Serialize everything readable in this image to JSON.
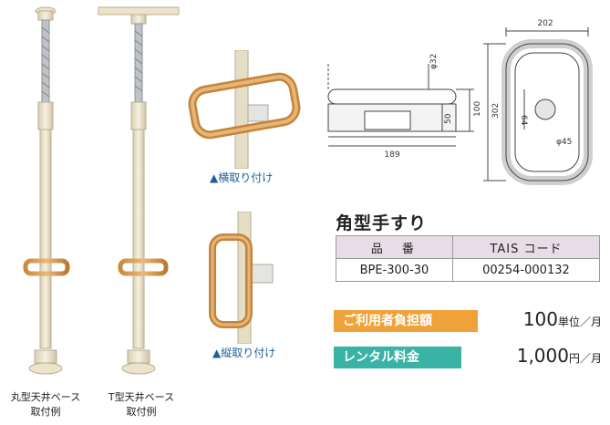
{
  "captions": {
    "round_base_l1": "丸型天井ベース",
    "round_base_l2": "取付例",
    "t_base_l1": "T型天井ベース",
    "t_base_l2": "取付例",
    "horizontal_mount": "▲横取り付け",
    "vertical_mount": "▲縦取り付け"
  },
  "dimensions": {
    "total_width": "202",
    "pipe_diameter": "φ32",
    "height_100": "100",
    "height_50": "50",
    "depth_189": "189",
    "height_302": "302",
    "inner_64": "64",
    "clamp_diameter": "φ45"
  },
  "product": {
    "title": "角型手すり",
    "table": {
      "header_part_number": "品　番",
      "header_tais_code": "TAIS コード",
      "part_number": "BPE-300-30",
      "tais_code": "00254-000132"
    },
    "copay_label": "ご利用者負担額",
    "copay_value": "100",
    "copay_unit": "単位／月",
    "rental_label": "レンタル料金",
    "rental_value": "1,000",
    "rental_unit": "円／月"
  },
  "colors": {
    "wood": "#d9a15a",
    "pole": "#efe6cf",
    "copay_badge": "#f0a23a",
    "rental_badge": "#39b3a6",
    "table_header": "#e8dde6"
  }
}
